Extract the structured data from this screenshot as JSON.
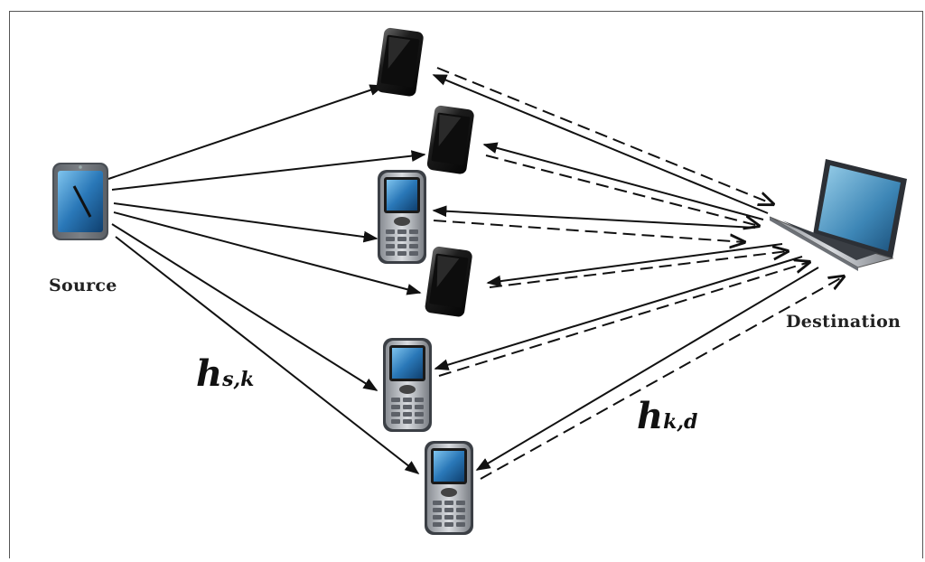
{
  "labels": {
    "source": "Source",
    "destination": "Destination",
    "channel_sr": {
      "symbol": "h",
      "subscript": "s,k"
    },
    "channel_rd": {
      "symbol": "h",
      "subscript": "k,d"
    }
  },
  "nodes": {
    "source": {
      "icon": "tablet-icon"
    },
    "destination": {
      "icon": "laptop-icon"
    },
    "relays": [
      {
        "icon": "smartphone-icon"
      },
      {
        "icon": "smartphone-icon"
      },
      {
        "icon": "feature-phone-icon"
      },
      {
        "icon": "smartphone-icon"
      },
      {
        "icon": "feature-phone-icon"
      },
      {
        "icon": "feature-phone-icon"
      }
    ]
  },
  "colors": {
    "line": "#111111",
    "phone_body": "#2a2a2a",
    "screen_blue": "#2f6fa8",
    "silver": "#b8bcc2"
  }
}
